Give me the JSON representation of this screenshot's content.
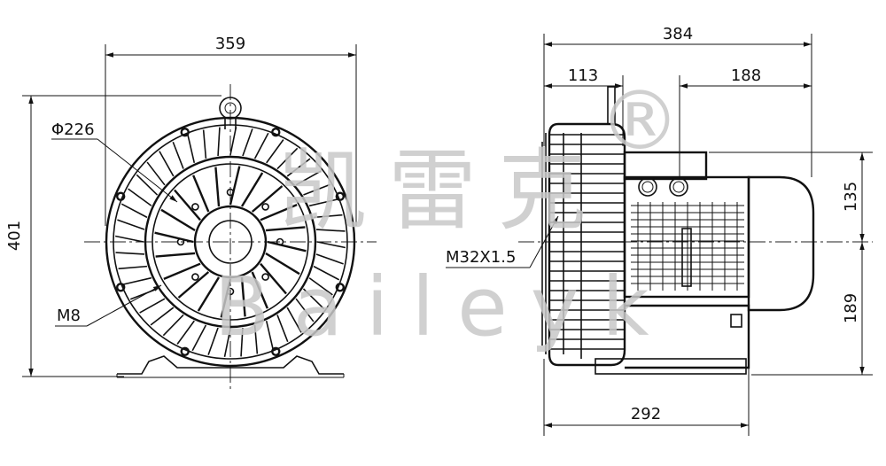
{
  "front_view": {
    "width_dim": "359",
    "height_dim": "401",
    "diameter_dim": "Φ226",
    "bolt_dim": "M8"
  },
  "side_view": {
    "total_length_dim": "384",
    "left_offset_dim": "113",
    "right_offset_dim": "188",
    "upper_height_dim": "135",
    "lower_height_dim": "189",
    "base_length_dim": "292",
    "thread_dim": "M32X1.5"
  },
  "watermark": {
    "registered_mark": "®",
    "chinese_text": "凯雷克",
    "latin_text": "Baileyk"
  },
  "colors": {
    "line": "#111111",
    "watermark": "#c8c8c8"
  }
}
